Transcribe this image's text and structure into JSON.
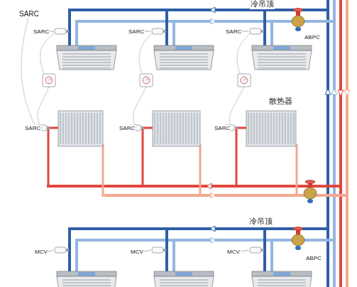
{
  "diagram": {
    "labels": [
      "冷吊顶",
      "SARC",
      "SARC",
      "SARC",
      "SARC",
      "ABPC",
      "散热器",
      "SARC",
      "SARC",
      "SARC",
      "冷吊顶",
      "MCV",
      "MCV",
      "MCV",
      "ABPC"
    ]
  }
}
